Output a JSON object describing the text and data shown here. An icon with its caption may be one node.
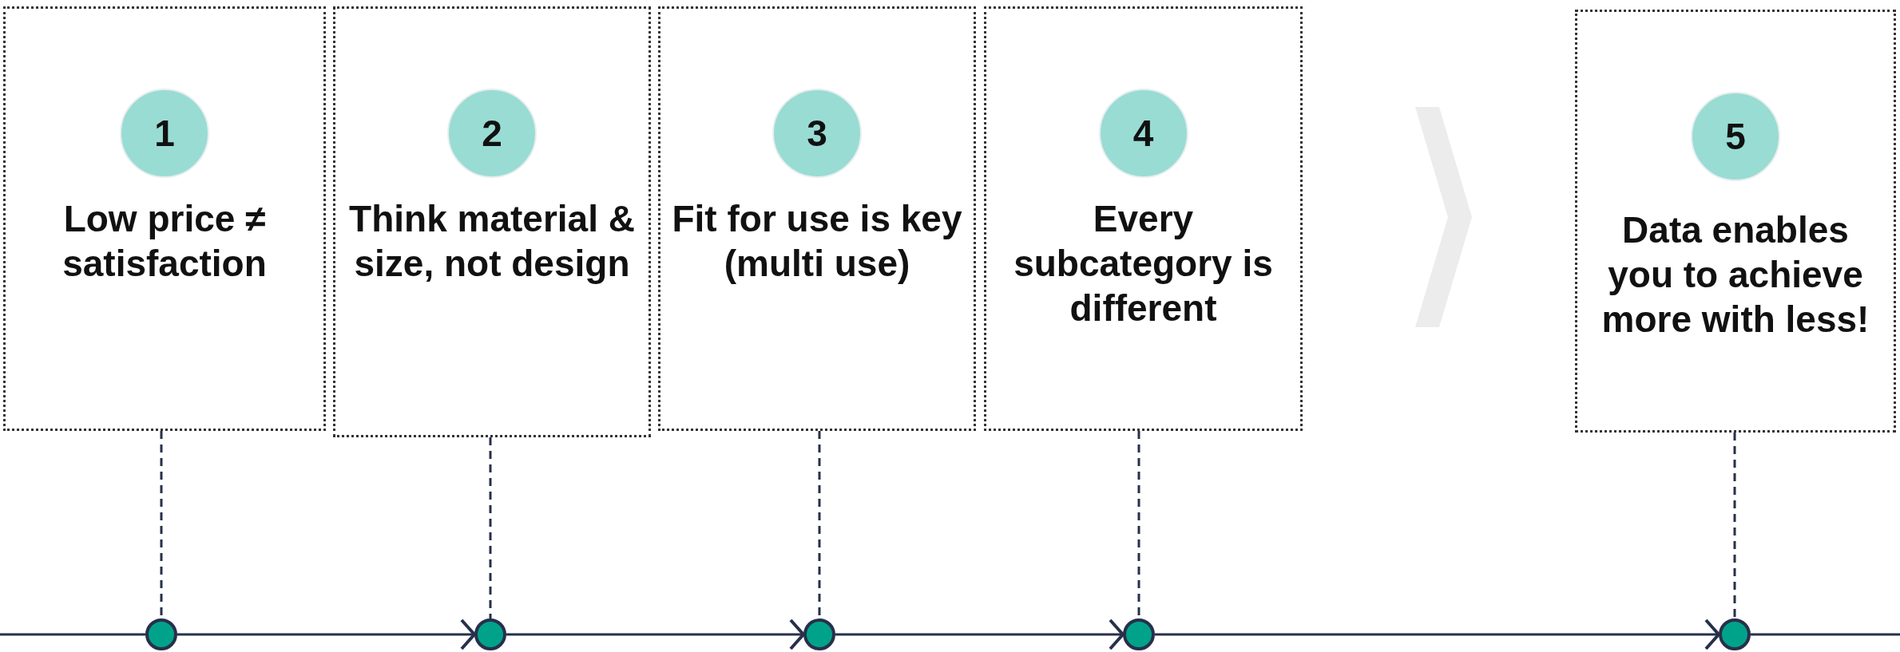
{
  "diagram": {
    "nodes": [
      {
        "text": [
          "Low price ≠ satisfaction"
        ]
      },
      {
        "text": [
          "1"
        ],
        "in": 0
      },
      {
        "text": [
          "Think material & size, not design"
        ]
      },
      {
        "text": [
          "2"
        ],
        "in": 2
      },
      {
        "text": [
          "Fit for use is key (multi use)"
        ]
      },
      {
        "text": [
          "3"
        ],
        "in": 4
      },
      {
        "text": [
          "Every subcategory is different"
        ]
      },
      {
        "text": [
          "4"
        ],
        "in": 6
      },
      {
        "text": [
          "Data enables you to achieve more with less!"
        ]
      },
      {
        "text": [
          "5"
        ],
        "in": 8
      },
      {
        "text": [],
        "shape": "circle"
      },
      {
        "text": [],
        "shape": "circle"
      },
      {
        "text": [],
        "shape": "circle"
      },
      {
        "text": [],
        "shape": "circle"
      },
      {
        "text": [],
        "shape": "circle"
      }
    ],
    "edges": [
      {
        "from": 0,
        "to": 10,
        "arrow": "none",
        "style": "dashed"
      },
      {
        "from": 2,
        "to": 11,
        "arrow": "none",
        "style": "dashed"
      },
      {
        "from": 4,
        "to": 12,
        "arrow": "none",
        "style": "dashed"
      },
      {
        "from": 6,
        "to": 13,
        "arrow": "none",
        "style": "dashed"
      },
      {
        "from": 8,
        "to": 14,
        "arrow": "none",
        "style": "dashed"
      },
      {
        "from": null,
        "to": 10,
        "arrow": "none"
      },
      {
        "from": 10,
        "to": 11,
        "arrow": "to"
      },
      {
        "from": 11,
        "to": 12,
        "arrow": "to"
      },
      {
        "from": 12,
        "to": 13,
        "arrow": "to"
      },
      {
        "from": 13,
        "to": 14,
        "arrow": "to"
      },
      {
        "from": 14,
        "to": null,
        "arrow": "none"
      }
    ]
  }
}
